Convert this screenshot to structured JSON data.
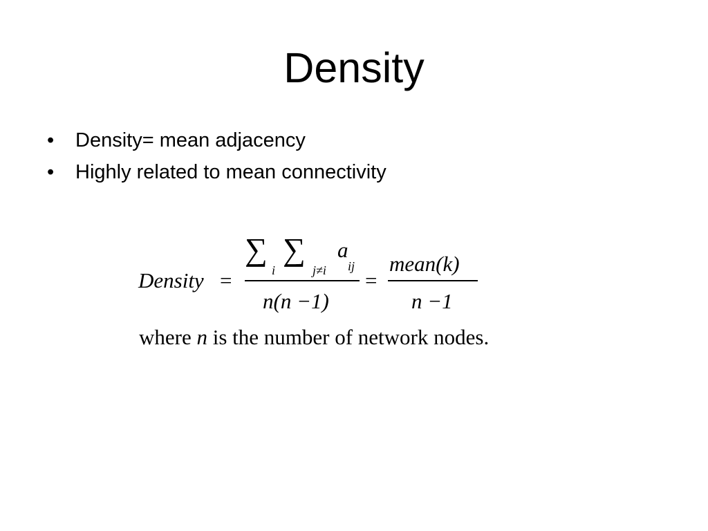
{
  "slide": {
    "title": "Density",
    "bullet_glyph": "•",
    "bullets": [
      "Density= mean adjacency",
      "Highly related to mean connectivity"
    ]
  },
  "formula": {
    "lhs": "Density",
    "equals": "=",
    "sum_symbol": "∑",
    "sum1_index": "i",
    "sum2_index": "j≠i",
    "term": "a",
    "term_index": "ij",
    "den1": "n(n −1)",
    "num2": "mean(k)",
    "den2": "n −1"
  },
  "note": {
    "prefix": "where ",
    "variable": "n",
    "suffix": " is the number of network nodes."
  }
}
